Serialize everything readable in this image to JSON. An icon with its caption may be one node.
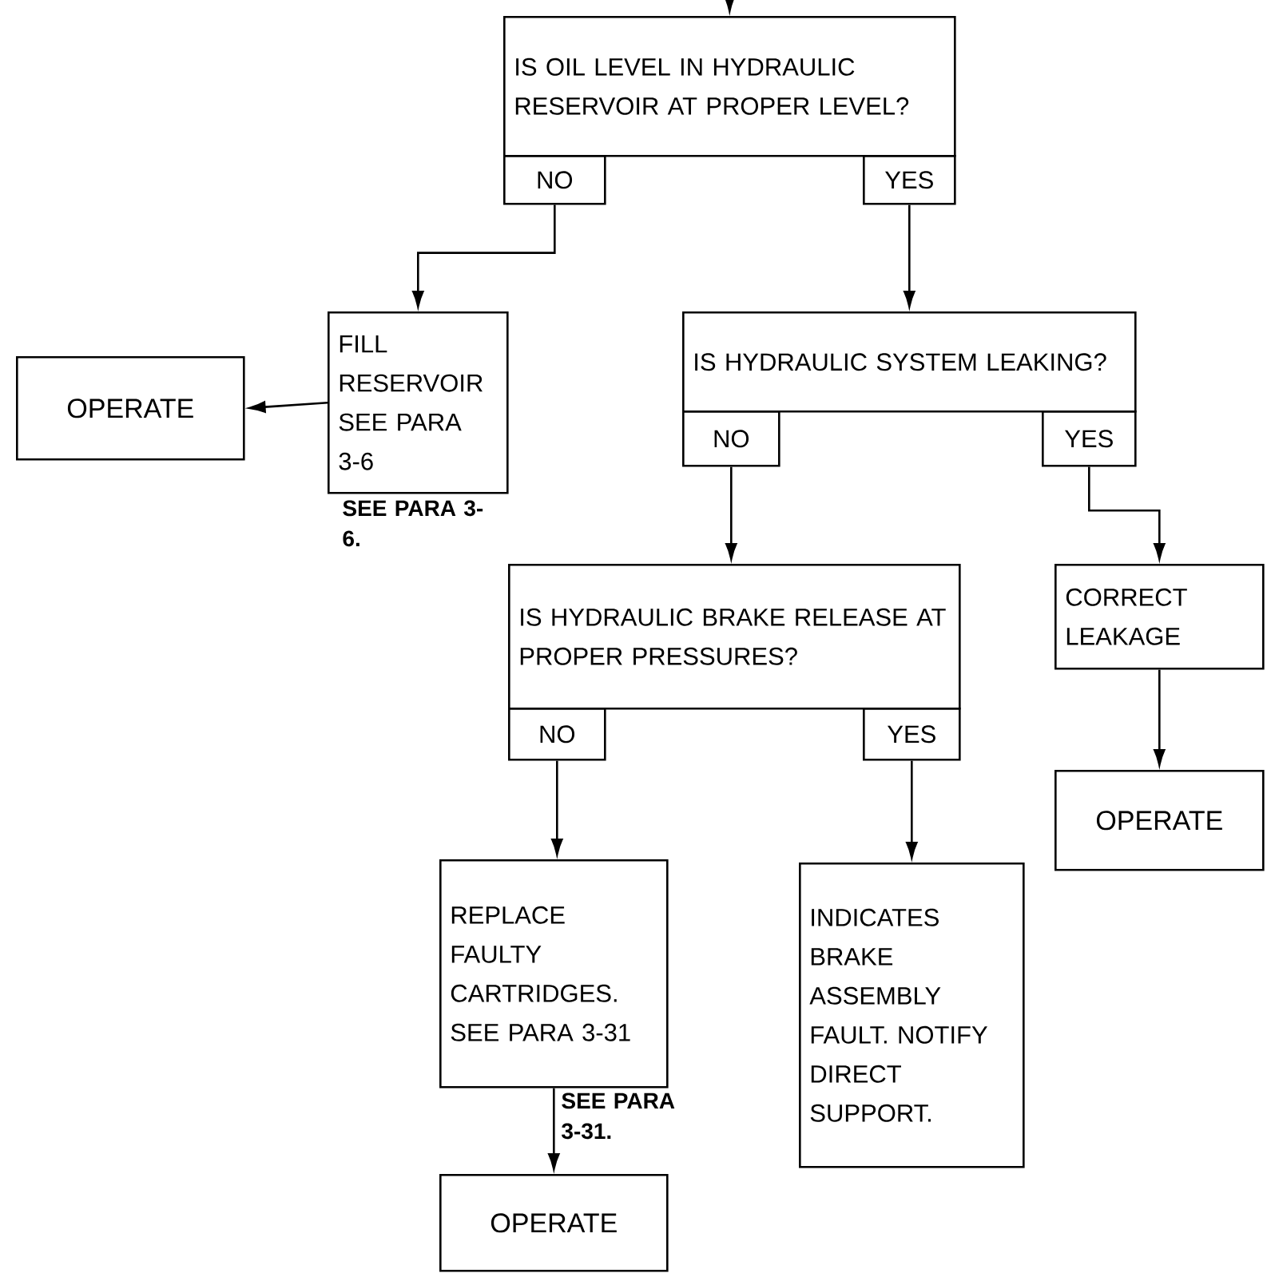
{
  "diagram": {
    "nodes": [
      {
        "text": [
          "IS OIL LEVEL IN HYDRAULIC RESERVOIR AT PROPER LEVEL?"
        ]
      },
      {
        "text": [
          "NO"
        ]
      },
      {
        "text": [
          "YES"
        ]
      },
      {
        "text": [
          "FILL RESERVOIR SEE PARA 3-6"
        ],
        "beside": [
          "SEE PARA 3-6."
        ]
      },
      {
        "text": [
          "OPERATE"
        ]
      },
      {
        "text": [
          "IS HYDRAULIC SYSTEM LEAKING?"
        ]
      },
      {
        "text": [
          "NO"
        ]
      },
      {
        "text": [
          "YES"
        ]
      },
      {
        "text": [
          "IS HYDRAULIC BRAKE RELEASE AT PROPER PRESSURES?"
        ]
      },
      {
        "text": [
          "NO"
        ]
      },
      {
        "text": [
          "YES"
        ]
      },
      {
        "text": [
          "CORRECT LEAKAGE"
        ]
      },
      {
        "text": [
          "OPERATE"
        ]
      },
      {
        "text": [
          "REPLACE FAULTY CARTRIDGES. SEE PARA 3-31"
        ],
        "beside": [
          "SEE PARA 3-31."
        ]
      },
      {
        "text": [
          "INDICATES BRAKE ASSEMBLY FAULT. NOTIFY DIRECT SUPPORT."
        ]
      },
      {
        "text": [
          "OPERATE"
        ]
      }
    ],
    "edges": [
      {
        "from": null,
        "to": 0,
        "arrow": "to"
      },
      {
        "from": 1,
        "to": 3,
        "arrow": "to"
      },
      {
        "from": 2,
        "to": 5,
        "arrow": "to"
      },
      {
        "from": 3,
        "to": 4,
        "arrow": "to"
      },
      {
        "from": 6,
        "to": 8,
        "arrow": "to"
      },
      {
        "from": 7,
        "to": 11,
        "arrow": "to"
      },
      {
        "from": 11,
        "to": 12,
        "arrow": "to"
      },
      {
        "from": 9,
        "to": 13,
        "arrow": "to"
      },
      {
        "from": 10,
        "to": 14,
        "arrow": "to"
      },
      {
        "from": 13,
        "to": 15,
        "arrow": "to"
      }
    ]
  }
}
